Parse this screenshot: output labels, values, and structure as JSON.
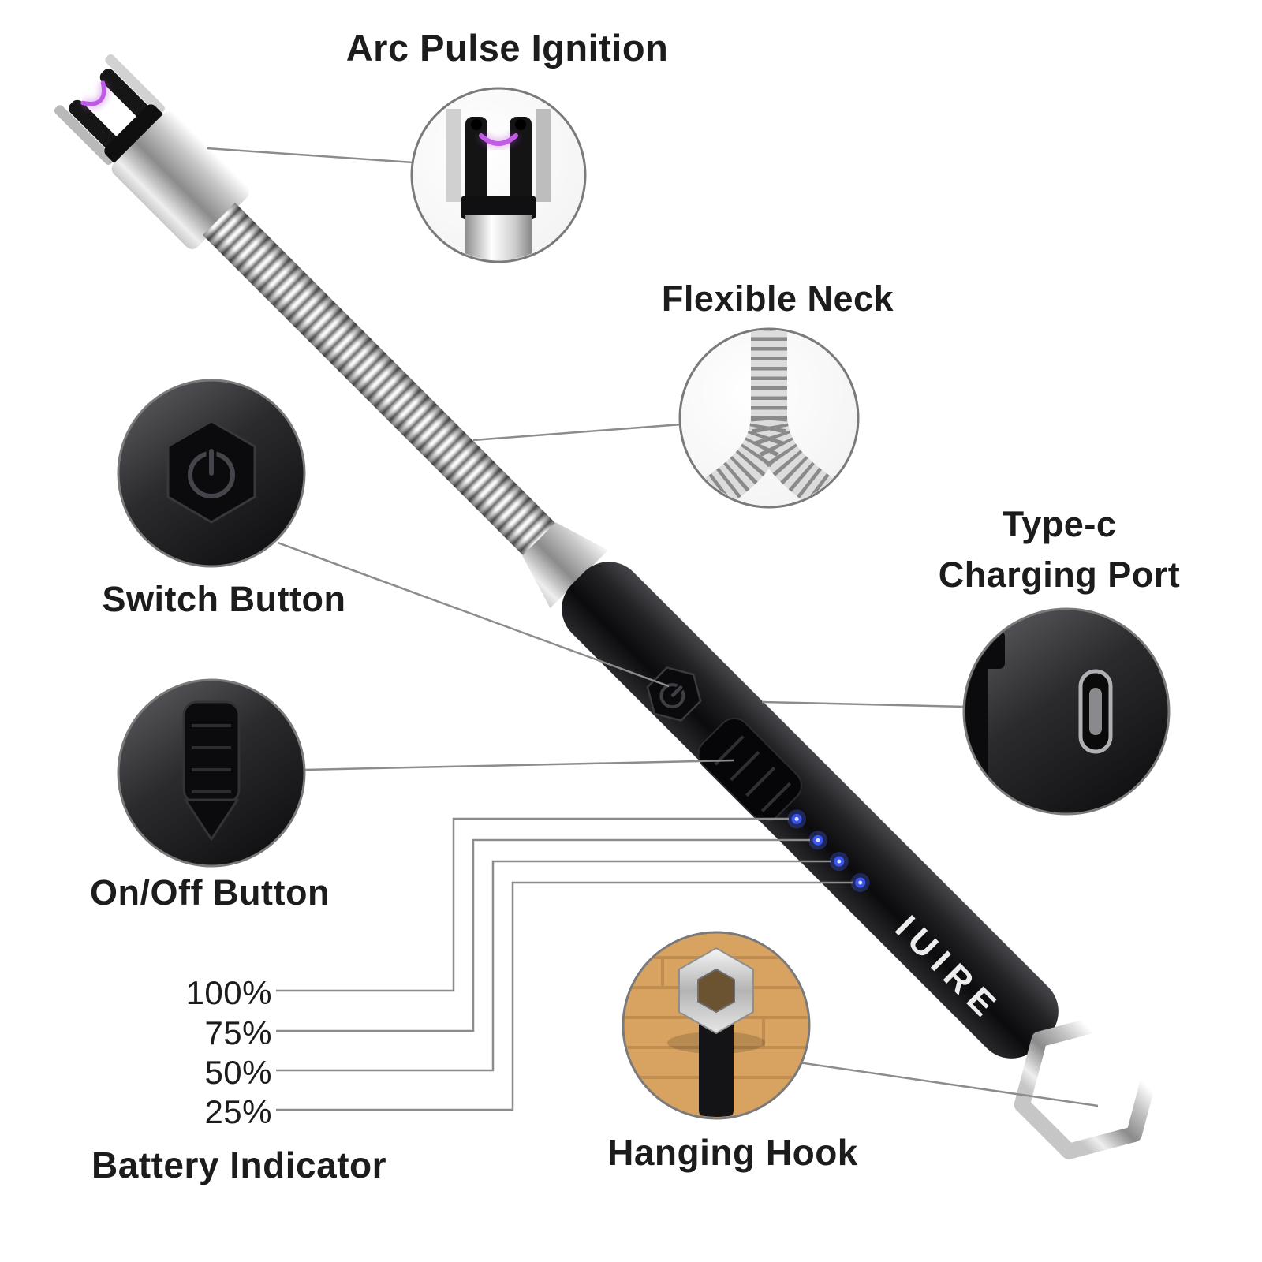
{
  "product": {
    "brand": "IUIRE",
    "battery_led_count": 4
  },
  "callouts": {
    "arc_pulse_ignition": {
      "label": "Arc Pulse Ignition"
    },
    "flexible_neck": {
      "label": "Flexible Neck"
    },
    "type_c_charging_port": {
      "label_line1": "Type-c",
      "label_line2": "Charging Port"
    },
    "switch_button": {
      "label": "Switch Button"
    },
    "on_off_button": {
      "label": "On/Off Button"
    },
    "battery_indicator": {
      "label": "Battery Indicator",
      "levels": [
        "100%",
        "75%",
        "50%",
        "25%"
      ]
    },
    "hanging_hook": {
      "label": "Hanging Hook"
    }
  },
  "colors": {
    "text": "#1c1c1c",
    "callout_line": "#8c8c8c",
    "led_blue": "#3b55f0",
    "arc_purple": "#b84ddf",
    "handle_black": "#151517",
    "metal_silver": "#c4c4c4",
    "wood": "#d8a361"
  }
}
